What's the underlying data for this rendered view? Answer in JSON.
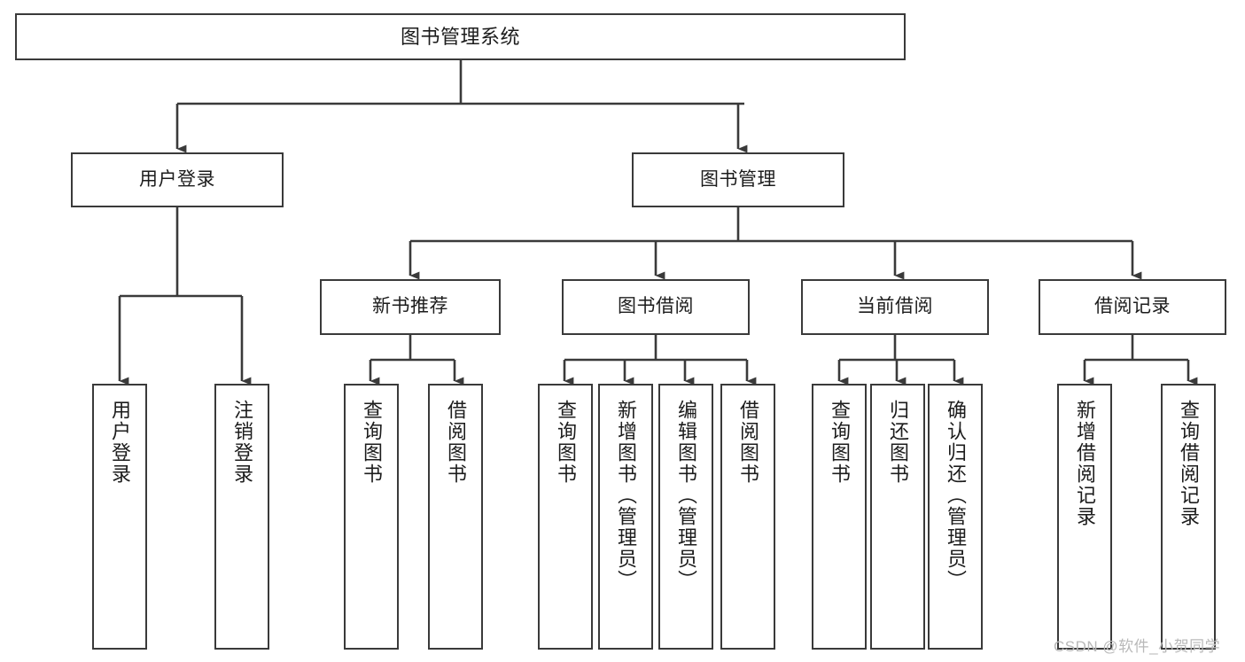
{
  "diagram": {
    "title": "图书管理系统",
    "type": "hierarchy-tree",
    "watermark": "CSDN @软件_小贺同学",
    "colors": {
      "stroke": "#3a3a3a",
      "fill": "#ffffff",
      "text": "#1c1c1c",
      "watermark": "#b9b9b9"
    },
    "nodes": {
      "root": {
        "label": "图书管理系统"
      },
      "level2": [
        {
          "label": "用户登录"
        },
        {
          "label": "图书管理"
        }
      ],
      "level3": [
        {
          "label": "新书推荐"
        },
        {
          "label": "图书借阅"
        },
        {
          "label": "当前借阅"
        },
        {
          "label": "借阅记录"
        }
      ],
      "leaves_user_login": [
        {
          "label": "用户登录"
        },
        {
          "label": "注销登录"
        }
      ],
      "leaves_new_book": [
        {
          "label": "查询图书"
        },
        {
          "label": "借阅图书"
        }
      ],
      "leaves_borrow": [
        {
          "label": "查询图书"
        },
        {
          "label": "新增图书（管理员）"
        },
        {
          "label": "编辑图书（管理员）"
        },
        {
          "label": "借阅图书"
        }
      ],
      "leaves_current": [
        {
          "label": "查询图书"
        },
        {
          "label": "归还图书"
        },
        {
          "label": "确认归还（管理员）"
        }
      ],
      "leaves_records": [
        {
          "label": "新增借阅记录"
        },
        {
          "label": "查询借阅记录"
        }
      ]
    }
  }
}
